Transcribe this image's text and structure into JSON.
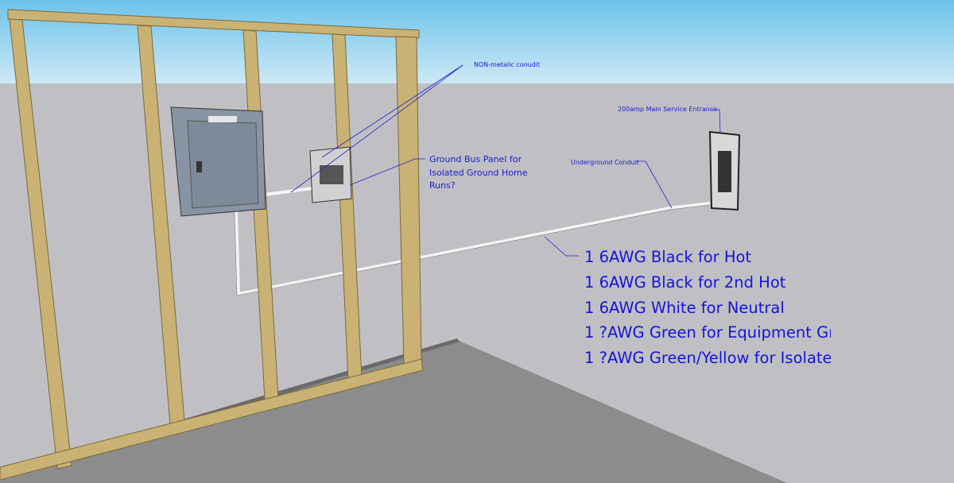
{
  "labels": {
    "conduit_note": "NON-metalic conudit",
    "service_entrance": "200amp Main Service Entrance",
    "underground": "Underground Conduit",
    "ground_bus": [
      "Ground Bus Panel for",
      "Isolated Ground Home",
      "Runs?"
    ]
  },
  "wire_list": [
    "1 6AWG Black for Hot",
    "1 6AWG Black for 2nd Hot",
    "1 6AWG White for Neutral",
    "1 ?AWG Green for Equipment Gr",
    "1 ?AWG Green/Yellow for Isolate"
  ],
  "colors": {
    "annotation": "#1a1ad0",
    "wood": "#c9b273",
    "wall": "#c0c0c4",
    "floor": "#8a8a8a"
  }
}
